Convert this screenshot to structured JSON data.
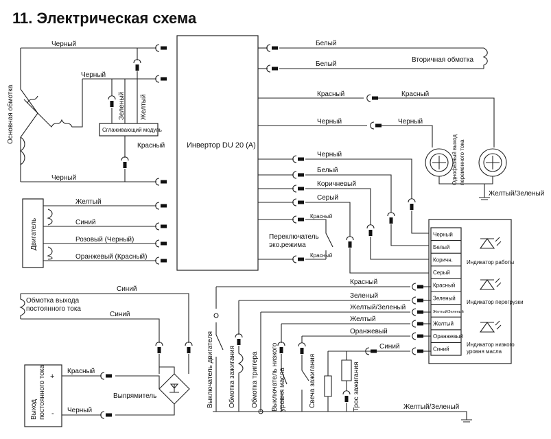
{
  "title": "11. Электрическая схема",
  "inverter": {
    "label": "Инвертор DU 20 (A)"
  },
  "smoothing_module": {
    "label": "Сглаживающий модуль"
  },
  "main_winding": {
    "label": "Основная обмотка"
  },
  "engine": {
    "label": "Двигатель"
  },
  "secondary_winding": {
    "label": "Вторичная обмотка"
  },
  "ac_output": {
    "label_line1": "Однофазный выход",
    "label_line2": "переменного тока"
  },
  "dc_winding": {
    "label_line1": "Обмотка выхода",
    "label_line2": "постоянного тока"
  },
  "dc_output": {
    "label_line1": "Выход",
    "label_line2": "постоянного тока",
    "plus": "+",
    "minus": "-"
  },
  "rectifier": {
    "label": "Выпрямитель"
  },
  "eco_switch": {
    "label_line1": "Переключатель",
    "label_line2": "эко.режима"
  },
  "wires": {
    "chernyi": "Черный",
    "belyi": "Белый",
    "krasnyi": "Красный",
    "zelenyi": "Зеленый",
    "zheltyi": "Желтый",
    "sinii": "Синий",
    "rozovyi": "Розовый (Черный)",
    "oranzhevyi_red": "Оранжевый (Красный)",
    "korichnevyi": "Коричневый",
    "seryi": "Серый",
    "zhelto_zelenyi": "Желтый/Зеленый",
    "oranzhevyi": "Оранжевый"
  },
  "panel": {
    "pins": [
      "Черный",
      "Белый",
      "Коричн.",
      "Серый",
      "Красный",
      "Зеленый",
      "Желтый/Зеленый",
      "Желтый",
      "Оранжевый",
      "Синий"
    ],
    "indicator_work": "Индикатор работы",
    "indicator_overload": "Индикатор перегрузки",
    "indicator_oil_line1": "Индикатор низкого",
    "indicator_oil_line2": "уровня масла"
  },
  "bottom_components": {
    "engine_switch": "Выключатель двигателя",
    "ignition_coil": "Обмотка зажигания",
    "trigger_coil": "Обмотка триггера",
    "oil_switch_line1": "Выключатель низкого",
    "oil_switch_line2": "уровня масла",
    "spark_plug": "Свеча зажигания",
    "ignition_cable": "Трос зажигания"
  }
}
